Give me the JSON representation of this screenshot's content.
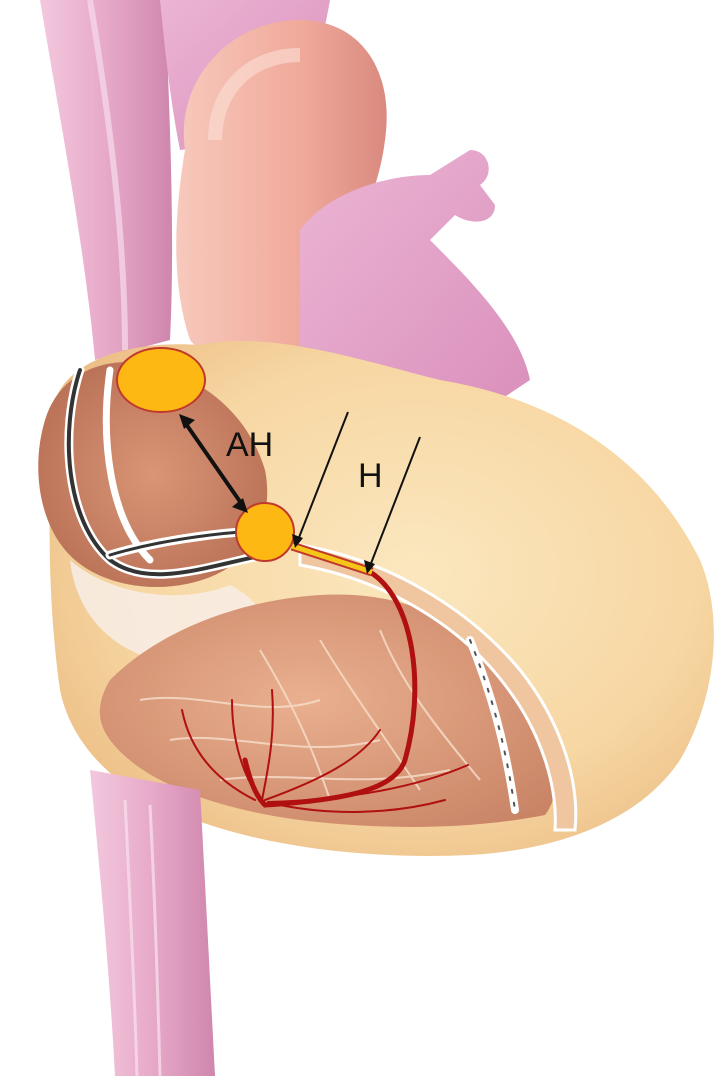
{
  "labels": {
    "ah": "AH",
    "h": "H"
  },
  "colors": {
    "node_fill": "#FDB813",
    "node_stroke": "#C0392B",
    "bundle_fill": "#F5C518",
    "conduction": "#B01010",
    "arrow": "#111111",
    "heart_outer": "#F6D8A8",
    "heart_muscle": "#E8B48E",
    "vessel": "#E7A9C8",
    "aorta": "#F2B3A4"
  },
  "icons": {
    "sa_node": "oval-node",
    "av_node": "circle-node",
    "his_bundle": "bar-segment"
  }
}
